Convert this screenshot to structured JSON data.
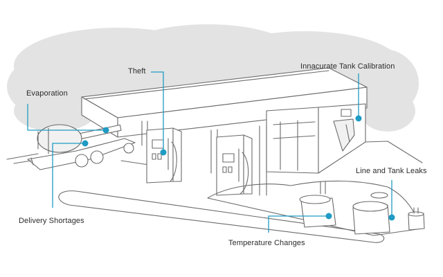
{
  "diagram": {
    "colors": {
      "callout": "#1f9bc4",
      "line_art": "#6a6a6a",
      "cloud": "#e3e3e3",
      "text": "#2b2b2b"
    },
    "callouts": [
      {
        "id": "evaporation",
        "label": "Evaporation"
      },
      {
        "id": "theft",
        "label": "Theft"
      },
      {
        "id": "calibration",
        "label": "Innacurate Tank Calibration"
      },
      {
        "id": "leaks",
        "label": "Line and Tank Leaks"
      },
      {
        "id": "delivery",
        "label": "Delivery Shortages"
      },
      {
        "id": "temperature",
        "label": "Temperature Changes"
      }
    ]
  }
}
